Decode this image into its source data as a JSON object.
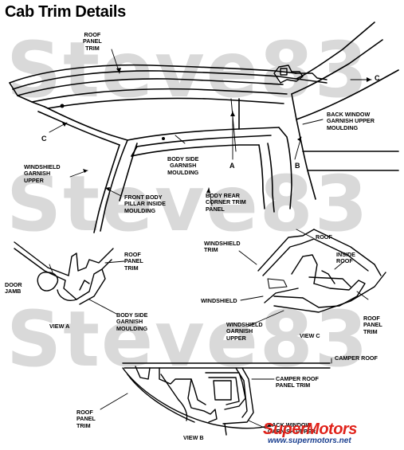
{
  "title": "Cab Trim Details",
  "watermark": "Steve83",
  "watermark_color": "#d9d9d9",
  "labels": {
    "roof_panel_trim": "ROOF\nPANEL\nTRIM",
    "c_left": "C",
    "c_right": "C",
    "back_window_upper": "BACK WINDOW\nGARNISH UPPER\nMOULDING",
    "body_side_garnish": "BODY SIDE\nGARNISH\nMOULDING",
    "windshield_garnish_upper_top": "WINDSHIELD\nGARNISH\nUPPER",
    "a_label": "A",
    "b_label": "B",
    "front_pillar": "FRONT BODY\nPILLAR INSIDE\nMOULDING",
    "body_rear_corner": "BODY REAR\nCORNER TRIM\nPANEL",
    "roof_panel_trim_a": "ROOF\nPANEL\nTRIM",
    "door_jamb": "DOOR\nJAMB",
    "body_side_garnish_a": "BODY SIDE\nGARNISH\nMOULDING",
    "view_a": "VIEW A",
    "windshield_trim": "WINDSHIELD\nTRIM",
    "roof": "ROOF",
    "inside_roof": "INSIDE\nROOF",
    "windshield": "WINDSHIELD",
    "roof_panel_trim_c": "ROOF\nPANEL\nTRIM",
    "windshield_garnish_upper_c": "WINDSHIELD\nGARNISH\nUPPER",
    "view_c": "VIEW C",
    "camper_roof": "CAMPER ROOF",
    "camper_roof_panel_trim": "CAMPER ROOF\nPANEL TRIM",
    "roof_panel_trim_b": "ROOF\nPANEL\nTRIM",
    "view_b": "VIEW B",
    "back_window_b": "BACK WINDOW\nGARNISH UPPER"
  },
  "logo": {
    "name": "SuperMotors",
    "url": "www.supermotors.net",
    "color_main": "#e0231b",
    "color_url": "#1a3f8f"
  }
}
